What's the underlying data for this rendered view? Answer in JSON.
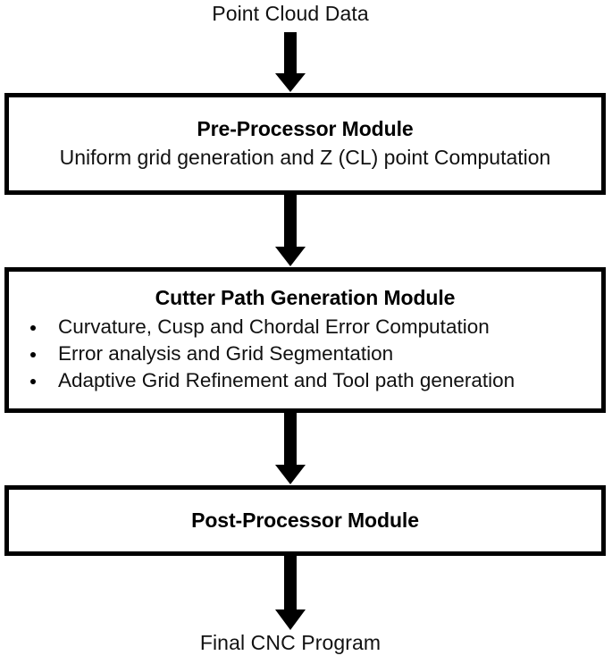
{
  "diagram": {
    "type": "flowchart",
    "orientation": "vertical",
    "colors": {
      "background": "#ffffff",
      "stroke": "#000000",
      "text": "#111111"
    },
    "start_label": "Point Cloud Data",
    "end_label": "Final CNC Program",
    "modules": [
      {
        "id": "pre-processor",
        "title": "Pre-Processor Module",
        "subtitle": "Uniform grid generation and Z (CL) point Computation",
        "bullets": []
      },
      {
        "id": "cutter-path",
        "title": "Cutter Path Generation Module",
        "subtitle": "",
        "bullets": [
          "Curvature, Cusp and Chordal Error Computation",
          "Error analysis and Grid Segmentation",
          "Adaptive Grid Refinement and Tool path generation"
        ]
      },
      {
        "id": "post-processor",
        "title": "Post-Processor Module",
        "subtitle": "",
        "bullets": []
      }
    ],
    "arrows": [
      {
        "id": "arrow-1",
        "from": "start-label",
        "to": "pre-processor",
        "icon": "down-arrow-icon"
      },
      {
        "id": "arrow-2",
        "from": "pre-processor",
        "to": "cutter-path",
        "icon": "down-arrow-icon"
      },
      {
        "id": "arrow-3",
        "from": "cutter-path",
        "to": "post-processor",
        "icon": "down-arrow-icon"
      },
      {
        "id": "arrow-4",
        "from": "post-processor",
        "to": "end-label",
        "icon": "down-arrow-icon"
      }
    ]
  }
}
